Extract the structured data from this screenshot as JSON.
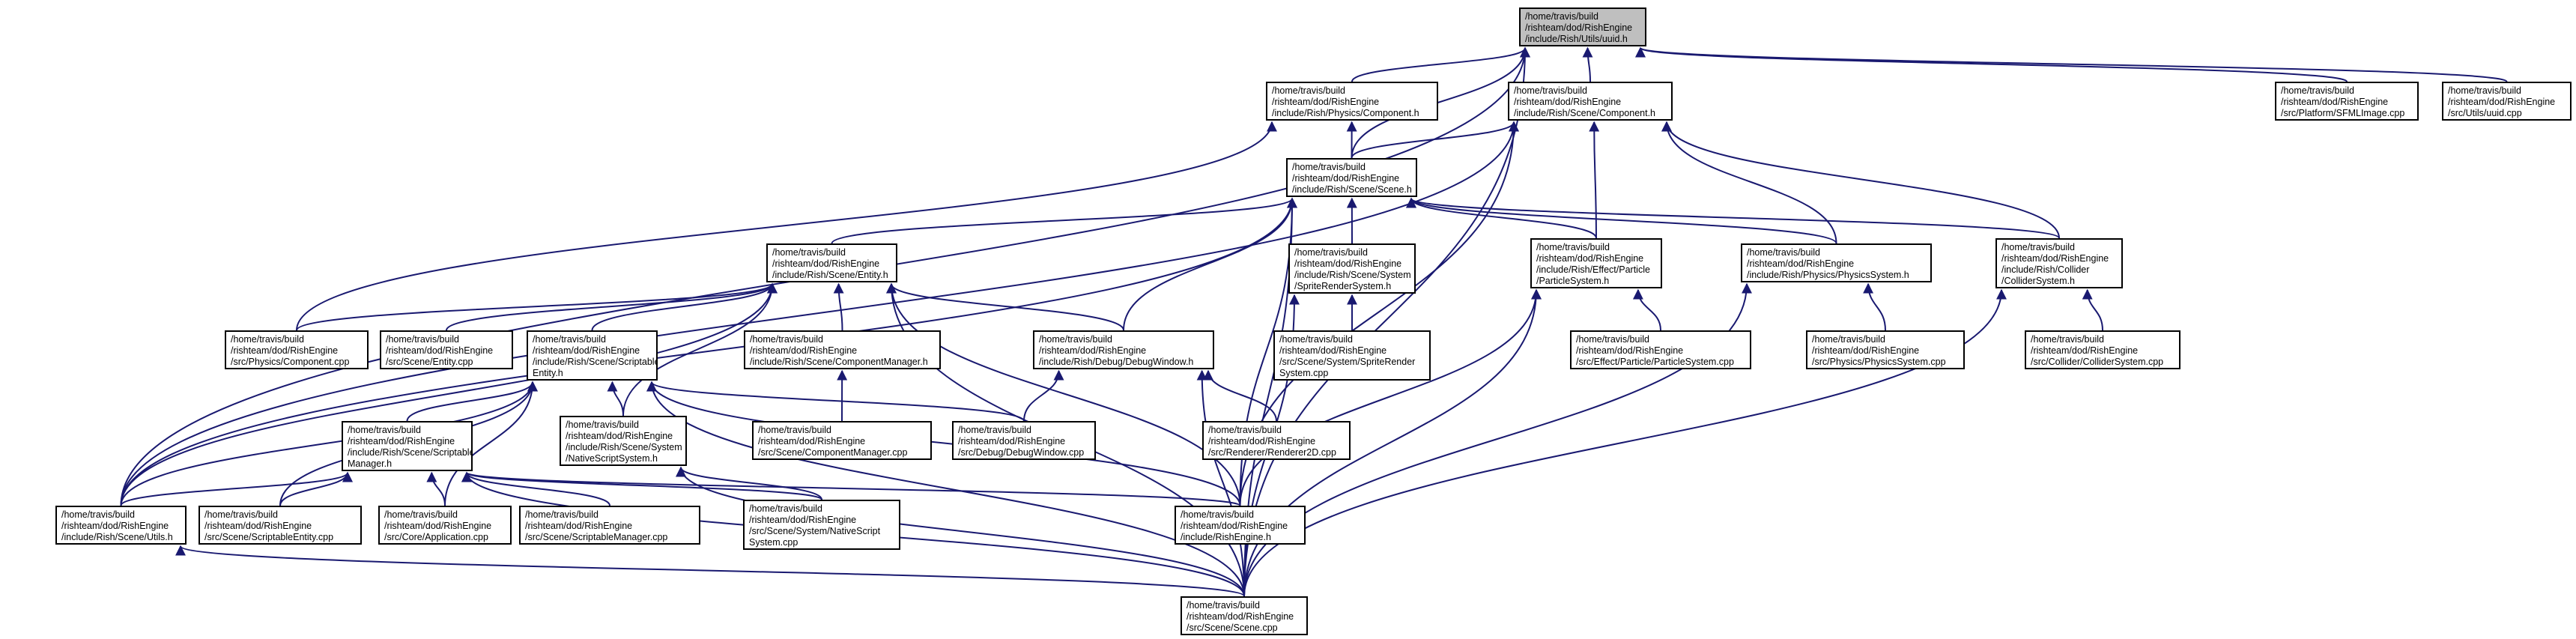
{
  "colors": {
    "edge": "#191970",
    "node_border": "#000000",
    "root_fill": "#bfbfbf",
    "node_fill": "#ffffff"
  },
  "nodes": {
    "uuid_h": [
      "/home/travis/build",
      "/rishteam/dod/RishEngine",
      "/include/Rish/Utils/uuid.h"
    ],
    "physics_component_h": [
      "/home/travis/build",
      "/rishteam/dod/RishEngine",
      "/include/Rish/Physics/Component.h"
    ],
    "scene_component_h": [
      "/home/travis/build",
      "/rishteam/dod/RishEngine",
      "/include/Rish/Scene/Component.h"
    ],
    "sfml_image_cpp": [
      "/home/travis/build",
      "/rishteam/dod/RishEngine",
      "/src/Platform/SFMLImage.cpp"
    ],
    "uuid_cpp": [
      "/home/travis/build",
      "/rishteam/dod/RishEngine",
      "/src/Utils/uuid.cpp"
    ],
    "scene_h": [
      "/home/travis/build",
      "/rishteam/dod/RishEngine",
      "/include/Rish/Scene/Scene.h"
    ],
    "entity_h": [
      "/home/travis/build",
      "/rishteam/dod/RishEngine",
      "/include/Rish/Scene/Entity.h"
    ],
    "sprite_render_system_h": [
      "/home/travis/build",
      "/rishteam/dod/RishEngine",
      "/include/Rish/Scene/System",
      "/SpriteRenderSystem.h"
    ],
    "particle_system_h": [
      "/home/travis/build",
      "/rishteam/dod/RishEngine",
      "/include/Rish/Effect/Particle",
      "/ParticleSystem.h"
    ],
    "physics_system_h": [
      "/home/travis/build",
      "/rishteam/dod/RishEngine",
      "/include/Rish/Physics/PhysicsSystem.h"
    ],
    "collider_system_h": [
      "/home/travis/build",
      "/rishteam/dod/RishEngine",
      "/include/Rish/Collider",
      "/ColliderSystem.h"
    ],
    "physics_component_cpp": [
      "/home/travis/build",
      "/rishteam/dod/RishEngine",
      "/src/Physics/Component.cpp"
    ],
    "entity_cpp": [
      "/home/travis/build",
      "/rishteam/dod/RishEngine",
      "/src/Scene/Entity.cpp"
    ],
    "scriptable_entity_h": [
      "/home/travis/build",
      "/rishteam/dod/RishEngine",
      "/include/Rish/Scene/Scriptable",
      "Entity.h"
    ],
    "component_manager_h": [
      "/home/travis/build",
      "/rishteam/dod/RishEngine",
      "/include/Rish/Scene/ComponentManager.h"
    ],
    "debug_window_h": [
      "/home/travis/build",
      "/rishteam/dod/RishEngine",
      "/include/Rish/Debug/DebugWindow.h"
    ],
    "sprite_render_system_cpp": [
      "/home/travis/build",
      "/rishteam/dod/RishEngine",
      "/src/Scene/System/SpriteRender",
      "System.cpp"
    ],
    "particle_system_cpp": [
      "/home/travis/build",
      "/rishteam/dod/RishEngine",
      "/src/Effect/Particle/ParticleSystem.cpp"
    ],
    "physics_system_cpp": [
      "/home/travis/build",
      "/rishteam/dod/RishEngine",
      "/src/Physics/PhysicsSystem.cpp"
    ],
    "collider_system_cpp": [
      "/home/travis/build",
      "/rishteam/dod/RishEngine",
      "/src/Collider/ColliderSystem.cpp"
    ],
    "scriptable_manager_h": [
      "/home/travis/build",
      "/rishteam/dod/RishEngine",
      "/include/Rish/Scene/Scriptable",
      "Manager.h"
    ],
    "native_script_system_h": [
      "/home/travis/build",
      "/rishteam/dod/RishEngine",
      "/include/Rish/Scene/System",
      "/NativeScriptSystem.h"
    ],
    "component_manager_cpp": [
      "/home/travis/build",
      "/rishteam/dod/RishEngine",
      "/src/Scene/ComponentManager.cpp"
    ],
    "debug_window_cpp": [
      "/home/travis/build",
      "/rishteam/dod/RishEngine",
      "/src/Debug/DebugWindow.cpp"
    ],
    "renderer2d_cpp": [
      "/home/travis/build",
      "/rishteam/dod/RishEngine",
      "/src/Renderer/Renderer2D.cpp"
    ],
    "scene_utils_h": [
      "/home/travis/build",
      "/rishteam/dod/RishEngine",
      "/include/Rish/Scene/Utils.h"
    ],
    "scriptable_entity_cpp": [
      "/home/travis/build",
      "/rishteam/dod/RishEngine",
      "/src/Scene/ScriptableEntity.cpp"
    ],
    "application_cpp": [
      "/home/travis/build",
      "/rishteam/dod/RishEngine",
      "/src/Core/Application.cpp"
    ],
    "scriptable_manager_cpp": [
      "/home/travis/build",
      "/rishteam/dod/RishEngine",
      "/src/Scene/ScriptableManager.cpp"
    ],
    "native_script_system_cpp": [
      "/home/travis/build",
      "/rishteam/dod/RishEngine",
      "/src/Scene/System/NativeScript",
      "System.cpp"
    ],
    "rish_engine_h": [
      "/home/travis/build",
      "/rishteam/dod/RishEngine",
      "/include/RishEngine.h"
    ],
    "scene_cpp": [
      "/home/travis/build",
      "/rishteam/dod/RishEngine",
      "/src/Scene/Scene.cpp"
    ]
  }
}
